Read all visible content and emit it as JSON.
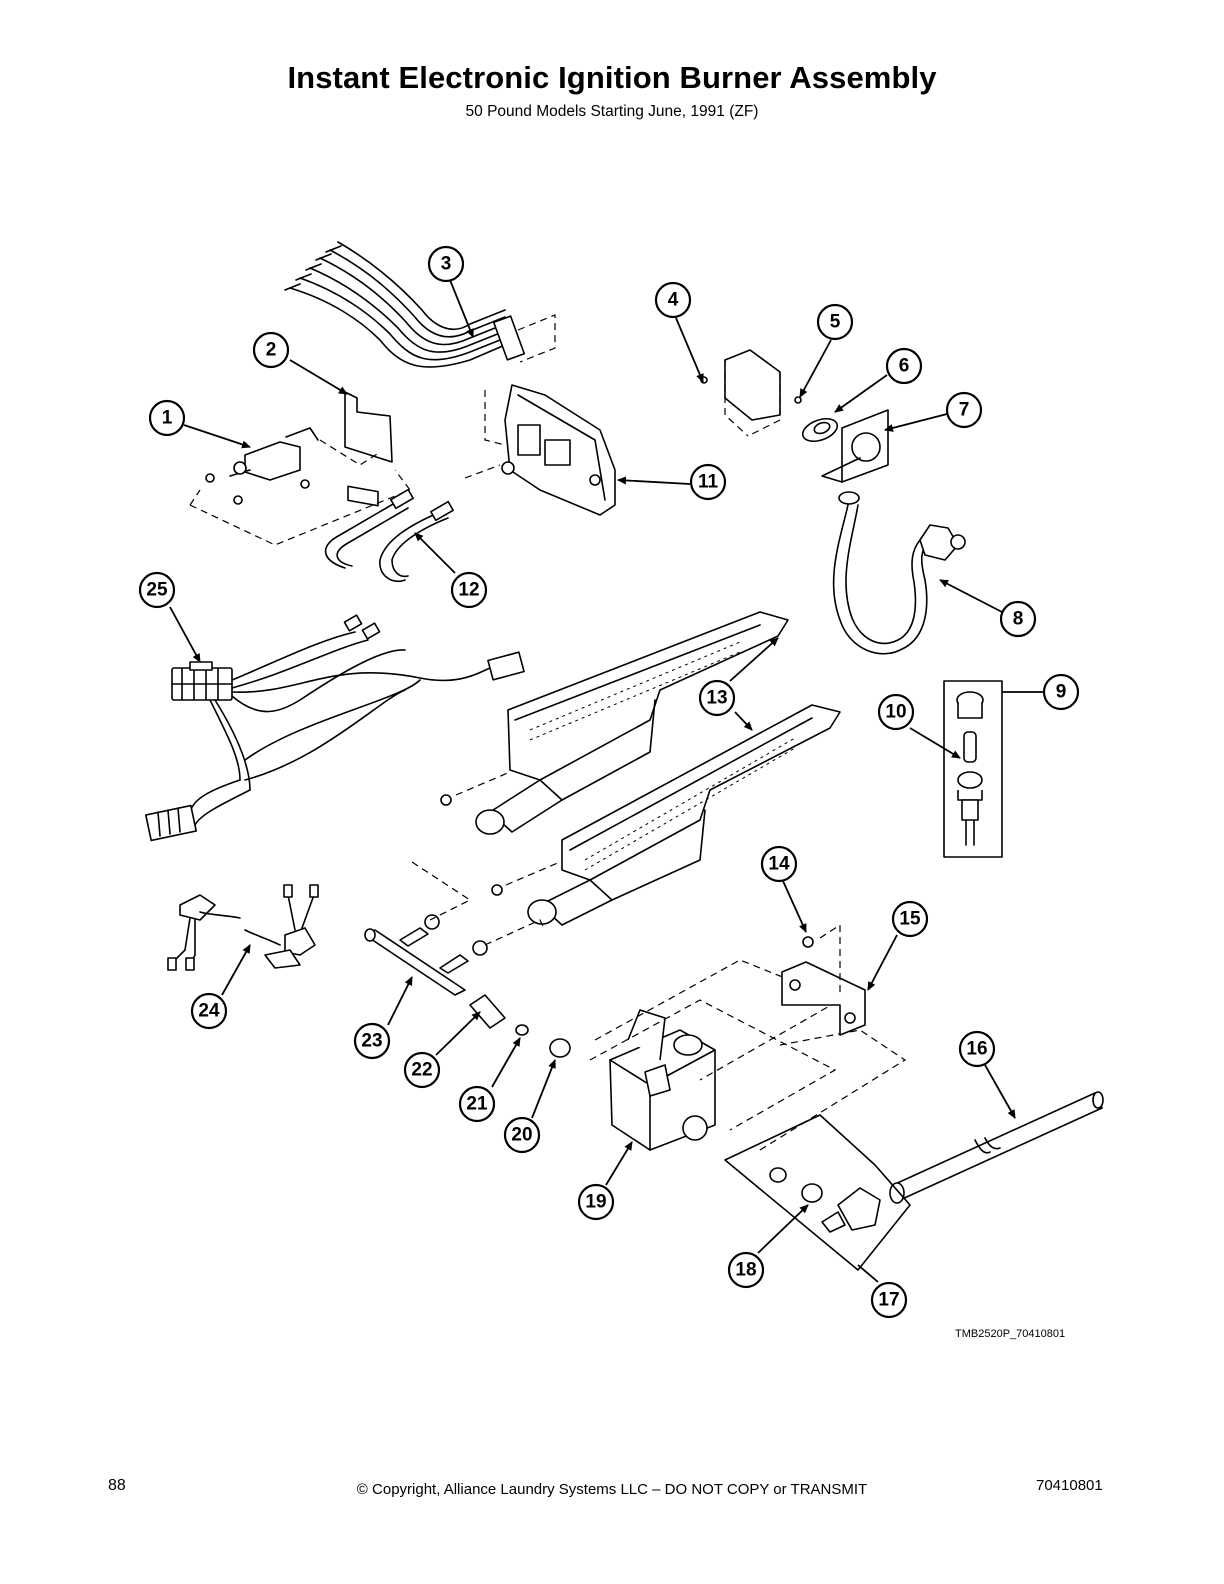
{
  "header": {
    "title": "Instant Electronic Ignition Burner Assembly",
    "subtitle": "50 Pound Models Starting June, 1991 (ZF)"
  },
  "callouts": [
    "1",
    "2",
    "3",
    "4",
    "5",
    "6",
    "7",
    "8",
    "9",
    "10",
    "11",
    "12",
    "13",
    "14",
    "15",
    "16",
    "17",
    "18",
    "19",
    "20",
    "21",
    "22",
    "23",
    "24",
    "25"
  ],
  "figure": {
    "reference_code": "TMB2520P_70410801"
  },
  "footer": {
    "page_number": "88",
    "copyright": "© Copyright, Alliance Laundry Systems LLC – DO NOT COPY or TRANSMIT",
    "document_number": "70410801"
  }
}
